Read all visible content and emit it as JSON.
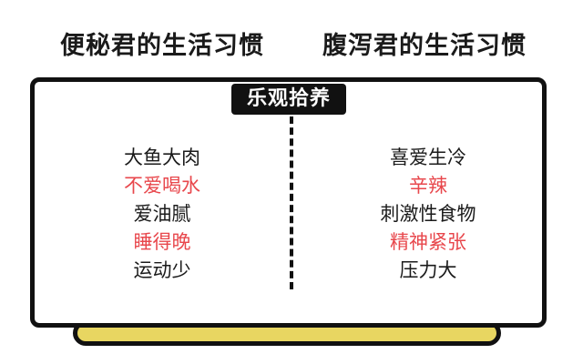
{
  "left_title": "便秘君的生活习惯",
  "right_title": "腹泻君的生活习惯",
  "badge": "乐观拾养",
  "left_items": [
    {
      "text": "大鱼大肉",
      "highlight": false
    },
    {
      "text": "不爱喝水",
      "highlight": true
    },
    {
      "text": "爱油腻",
      "highlight": false
    },
    {
      "text": "睡得晚",
      "highlight": true
    },
    {
      "text": "运动少",
      "highlight": false
    }
  ],
  "right_items": [
    {
      "text": "喜爱生冷",
      "highlight": false
    },
    {
      "text": "辛辣",
      "highlight": true
    },
    {
      "text": "刺激性食物",
      "highlight": false
    },
    {
      "text": "精神紧张",
      "highlight": true
    },
    {
      "text": "压力大",
      "highlight": false
    }
  ],
  "colors": {
    "highlight": "#e8474c",
    "accent_bar": "#e8d661",
    "ink": "#111111"
  }
}
